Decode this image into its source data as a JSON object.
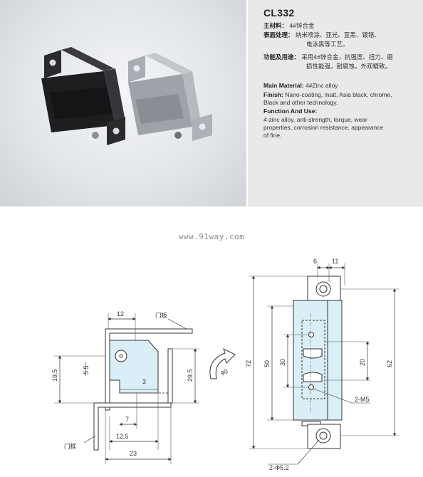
{
  "watermark": "www.91way.com",
  "product": {
    "model": "CL332",
    "cn_material_label": "主材料：",
    "cn_material_value": "4#锌合金",
    "cn_finish_label": "表面处理：",
    "cn_finish_value_1": "纳米喷涂、亚光、亚黑、镀铬、",
    "cn_finish_value_2": "电泳黑等工艺。",
    "cn_function_label": "功能及用途：",
    "cn_function_value_1": "采用4#锌合金，抗强度、扭力、磨",
    "cn_function_value_2": "损性能强，耐腐蚀，外观精致。",
    "en_material_label": "Main Material:",
    "en_material_value": "4#Zinc alloy",
    "en_finish_label": "Finish:",
    "en_finish_value_1": "Nano-coating, matt, Asia black, chrome,",
    "en_finish_value_2": "Black and other technology.",
    "en_function_label": "Function And Use:",
    "en_function_value_1": "4-zinc alloy, anti-strength, torque, wear",
    "en_function_value_2": "properties, corrosion resistance, appearance",
    "en_function_value_3": "of fine."
  },
  "side_view": {
    "dim_12": "12",
    "dim_19_5": "19.5",
    "dim_5_5": "5.5",
    "dim_29_5": "29.5",
    "dim_3": "3",
    "dim_7": "7",
    "dim_12_5": "12.5",
    "dim_23": "23",
    "label_door_panel": "门板",
    "label_door_frame": "门框"
  },
  "rotation": {
    "angle": "90"
  },
  "front_view": {
    "dim_6": "6",
    "dim_11": "11",
    "dim_72": "72",
    "dim_50": "50",
    "dim_30": "30",
    "dim_20": "20",
    "dim_62": "62",
    "label_screw": "2-M5",
    "label_hole": "2-Φ5.2"
  }
}
